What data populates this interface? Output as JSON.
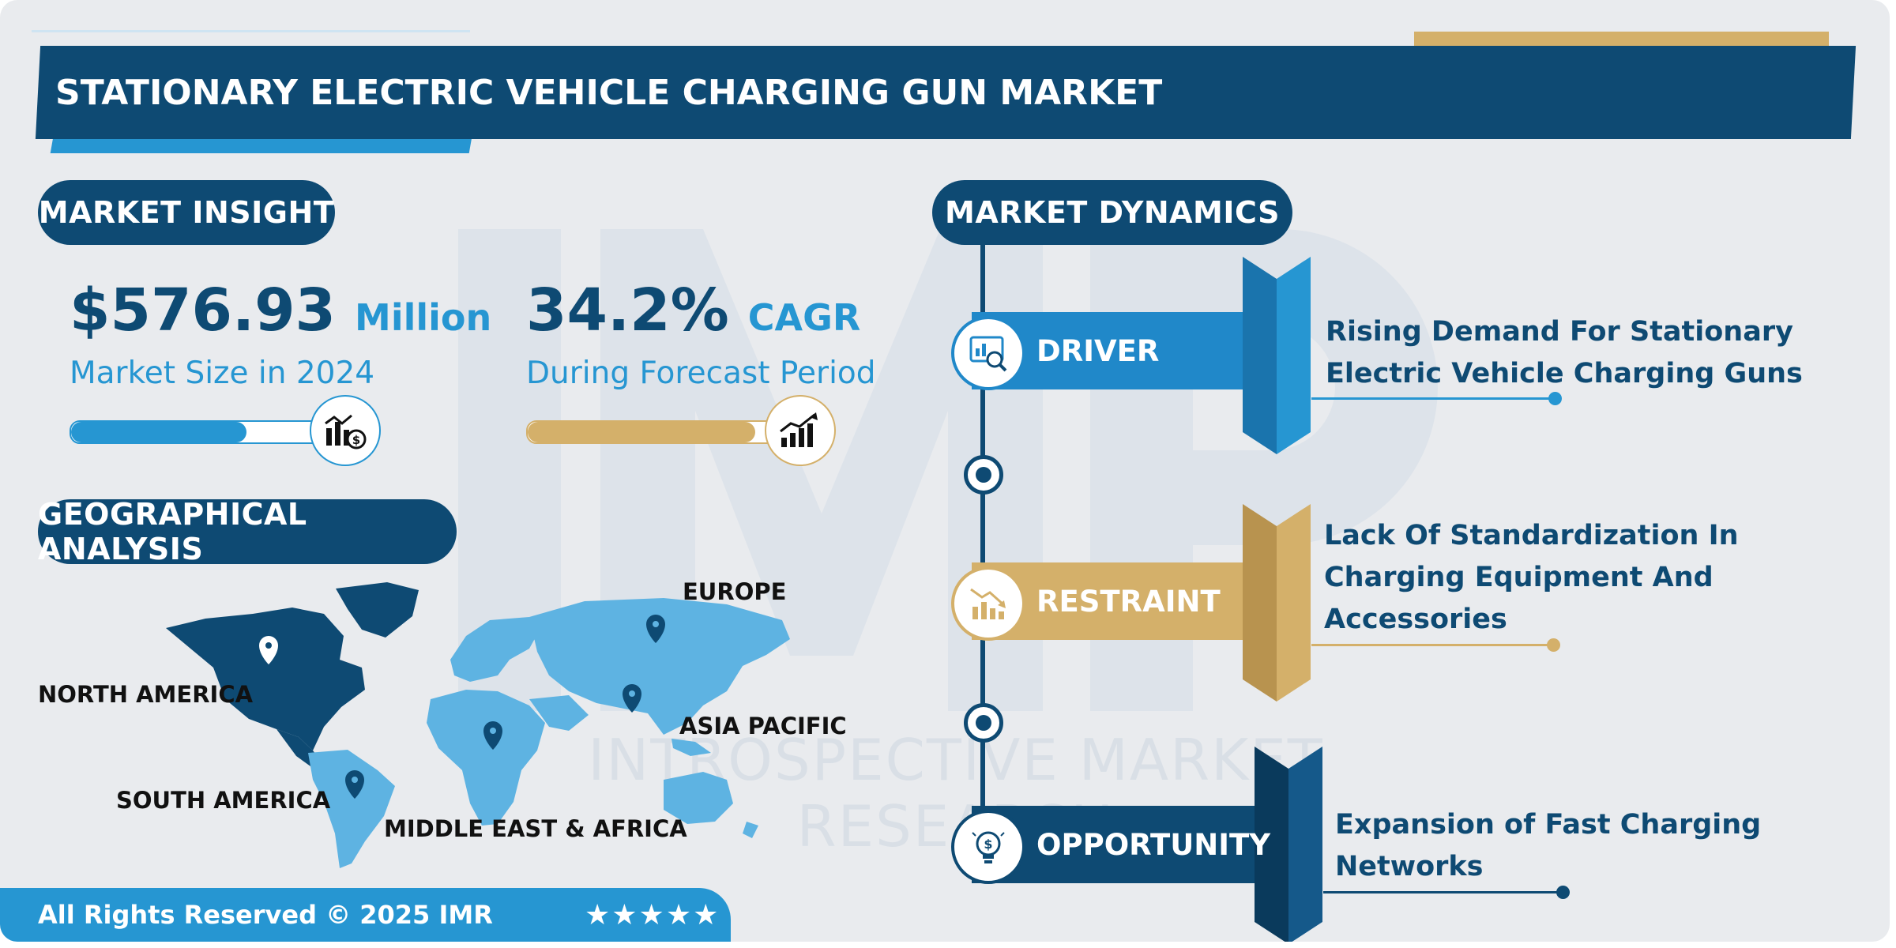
{
  "header": {
    "title": "STATIONARY ELECTRIC VEHICLE CHARGING GUN MARKET"
  },
  "market_insight": {
    "heading": "MARKET INSIGHT",
    "size_value": "$576.93",
    "size_unit": "Million",
    "size_label": "Market Size in 2024",
    "size_progress": 0.6,
    "cagr_value": "34.2%",
    "cagr_unit": "CAGR",
    "cagr_label": "During Forecast Period",
    "cagr_progress": 0.8
  },
  "geo": {
    "heading": "GEOGRAPHICAL ANALYSIS",
    "regions": {
      "north_america": "NORTH AMERICA",
      "europe": "EUROPE",
      "asia_pacific": "ASIA PACIFIC",
      "south_america": "SOUTH AMERICA",
      "mea": "MIDDLE EAST & AFRICA"
    }
  },
  "dynamics": {
    "heading": "MARKET DYNAMICS",
    "driver": {
      "label": "DRIVER",
      "text_1": "Rising Demand For Stationary",
      "text_2": "Electric Vehicle Charging Guns"
    },
    "restraint": {
      "label": "RESTRAINT",
      "text_1": "Lack Of Standardization In",
      "text_2": "Charging Equipment And",
      "text_3": "Accessories"
    },
    "opportunity": {
      "label": "OPPORTUNITY",
      "text_1": "Expansion of Fast Charging",
      "text_2": "Networks"
    }
  },
  "watermark": {
    "text": "INTROSPECTIVE MARKET RESEARCH"
  },
  "footer": {
    "rights": "All Rights Reserved © 2025 IMR",
    "stars": "★★★★★"
  },
  "colors": {
    "navy": "#0e4a73",
    "blue": "#2696d2",
    "gold": "#d4b06a",
    "background": "#e9ebee"
  }
}
